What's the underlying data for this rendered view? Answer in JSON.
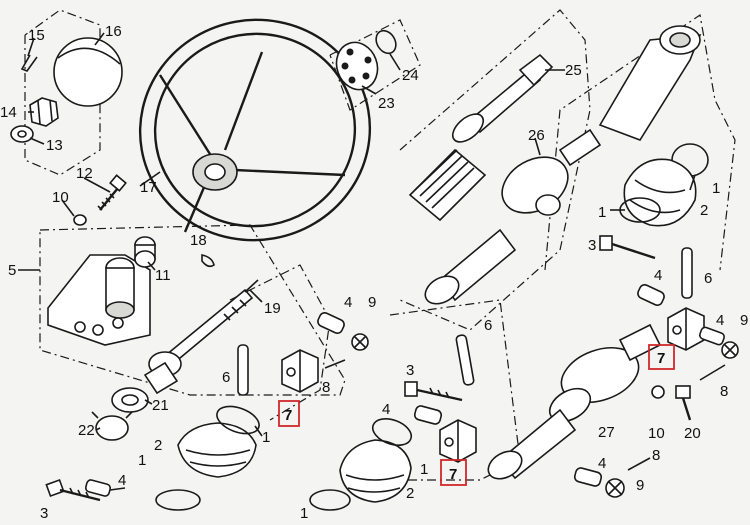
{
  "labels": {
    "l15": "15",
    "l16": "16",
    "l14": "14",
    "l13": "13",
    "l17": "17",
    "l12": "12",
    "l10": "10",
    "l5": "5",
    "l11": "11",
    "l18": "18",
    "l19": "19",
    "l23": "23",
    "l24": "24",
    "l25": "25",
    "l26": "26",
    "l6a": "6",
    "l8a": "8",
    "l4a": "4",
    "l9a": "9",
    "l7a": "7",
    "l21": "21",
    "l22": "22",
    "l1a": "1",
    "l2a": "2",
    "l4b": "4",
    "l3a": "3",
    "l1b": "1",
    "l6b": "6",
    "l3b": "3",
    "l4c": "4",
    "l7b": "7",
    "l1c": "1",
    "l2b": "2",
    "l1d": "1",
    "l1e": "1",
    "l2c": "2",
    "l3c": "3",
    "l4d": "4",
    "l6c": "6",
    "l4e": "4",
    "l9b": "9",
    "l7c": "7",
    "l8b": "8",
    "l27": "27",
    "l10b": "10",
    "l20": "20",
    "l4f": "4",
    "l8c": "8",
    "l9c": "9"
  },
  "highlight_color": "#d0282a"
}
